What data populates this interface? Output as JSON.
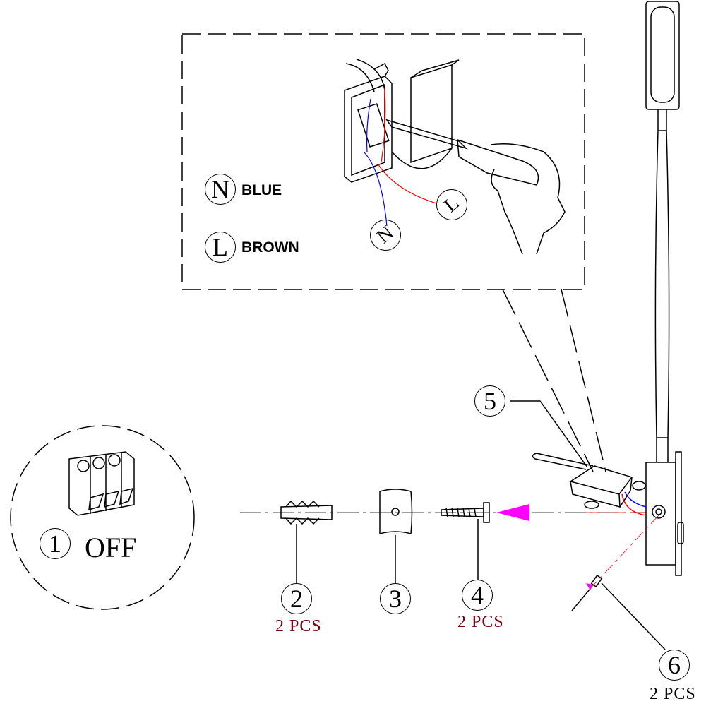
{
  "wiring_legend": {
    "neutral": {
      "symbol": "N",
      "label": "BLUE"
    },
    "live": {
      "symbol": "L",
      "label": "BROWN"
    }
  },
  "detail_markers": {
    "neutral": "N",
    "live": "L"
  },
  "steps": [
    {
      "number": "1",
      "label": "OFF"
    },
    {
      "number": "2",
      "quantity": "2 PCS"
    },
    {
      "number": "3"
    },
    {
      "number": "4",
      "quantity": "2 PCS"
    },
    {
      "number": "5"
    },
    {
      "number": "6",
      "quantity": "2 PCS"
    }
  ],
  "colors": {
    "neutral_wire": "#0000ff",
    "live_wire": "#ff0000",
    "arrow": "#ff00ff",
    "quantity_text": "#7a0010"
  }
}
